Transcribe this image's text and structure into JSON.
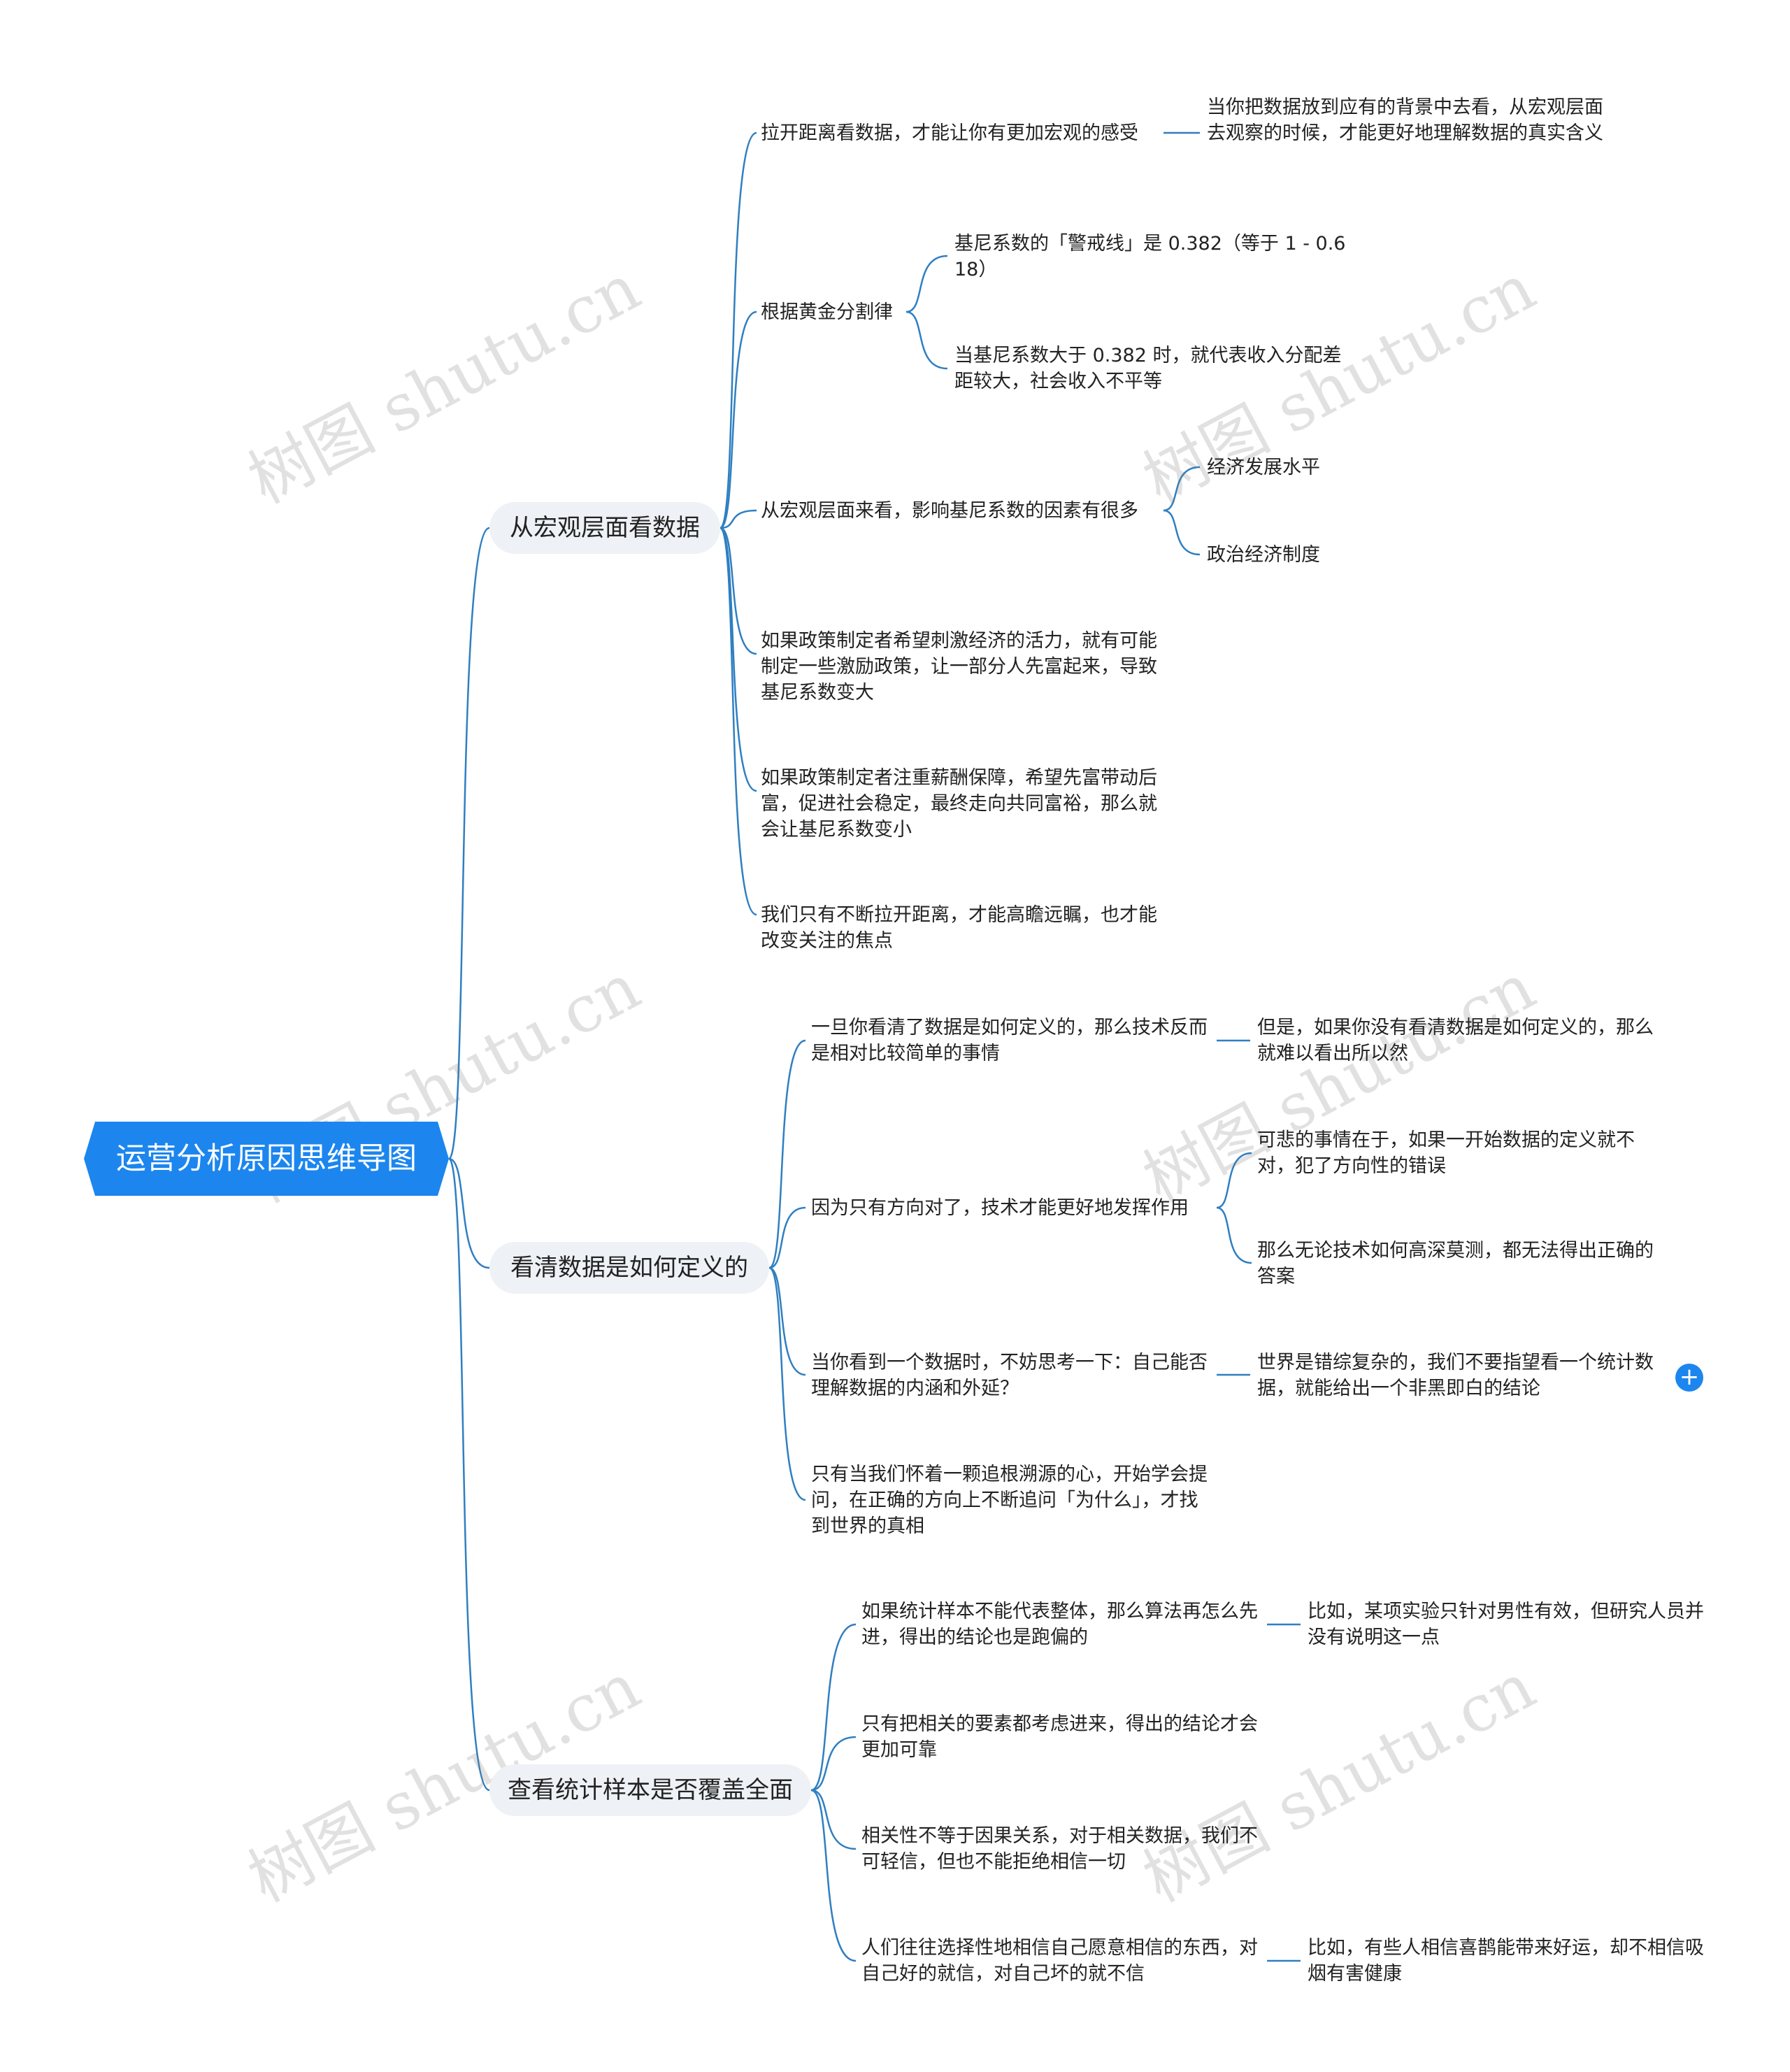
{
  "root": {
    "label": "运营分析原因思维导图"
  },
  "branches": [
    {
      "label": "从宏观层面看数据",
      "children": [
        {
          "label": "拉开距离看数据，才能让你有更加宏观的感受",
          "children": [
            {
              "label": "当你把数据放到应有的背景中去看，从宏观层面去观察的时候，才能更好地理解数据的真实含义"
            }
          ]
        },
        {
          "label": "根据黄金分割律",
          "children": [
            {
              "label": "基尼系数的「警戒线」是 0.382（等于 1 - 0.618）"
            },
            {
              "label": "当基尼系数大于 0.382 时，就代表收入分配差距较大，社会收入不平等"
            }
          ]
        },
        {
          "label": "从宏观层面来看，影响基尼系数的因素有很多",
          "children": [
            {
              "label": "经济发展水平"
            },
            {
              "label": "政治经济制度"
            }
          ]
        },
        {
          "label": "如果政策制定者希望刺激经济的活力，就有可能制定一些激励政策，让一部分人先富起来，导致基尼系数变大"
        },
        {
          "label": "如果政策制定者注重薪酬保障，希望先富带动后富，促进社会稳定，最终走向共同富裕，那么就会让基尼系数变小"
        },
        {
          "label": "我们只有不断拉开距离，才能高瞻远瞩，也才能改变关注的焦点"
        }
      ]
    },
    {
      "label": "看清数据是如何定义的",
      "children": [
        {
          "label": "一旦你看清了数据是如何定义的，那么技术反而是相对比较简单的事情",
          "children": [
            {
              "label": "但是，如果你没有看清数据是如何定义的，那么就难以看出所以然"
            }
          ]
        },
        {
          "label": "因为只有方向对了，技术才能更好地发挥作用",
          "children": [
            {
              "label": "可悲的事情在于，如果一开始数据的定义就不对，犯了方向性的错误"
            },
            {
              "label": "那么无论技术如何高深莫测，都无法得出正确的答案"
            }
          ]
        },
        {
          "label": "当你看到一个数据时，不妨思考一下：自己能否理解数据的内涵和外延？",
          "children": [
            {
              "label": "世界是错综复杂的，我们不要指望看一个统计数据，就能给出一个非黑即白的结论"
            }
          ]
        },
        {
          "label": "只有当我们怀着一颗追根溯源的心，开始学会提问，在正确的方向上不断追问「为什么」，才找到世界的真相"
        }
      ]
    },
    {
      "label": "查看统计样本是否覆盖全面",
      "children": [
        {
          "label": "如果统计样本不能代表整体，那么算法再怎么先进，得出的结论也是跑偏的",
          "children": [
            {
              "label": "比如，某项实验只针对男性有效，但研究人员并没有说明这一点"
            }
          ]
        },
        {
          "label": "只有把相关的要素都考虑进来，得出的结论才会更加可靠"
        },
        {
          "label": "相关性不等于因果关系，对于相关数据，我们不可轻信，但也不能拒绝相信一切"
        },
        {
          "label": "人们往往选择性地相信自己愿意相信的东西，对自己好的就信，对自己坏的就不信",
          "children": [
            {
              "label": "比如，有些人相信喜鹊能带来好运，却不相信吸烟有害健康"
            }
          ]
        }
      ]
    }
  ],
  "expand_button": "+",
  "watermark": "树图 shutu.cn",
  "colors": {
    "accent": "#1c86ee",
    "line": "#2f7fc1",
    "branch_bg": "#eef1f5"
  }
}
